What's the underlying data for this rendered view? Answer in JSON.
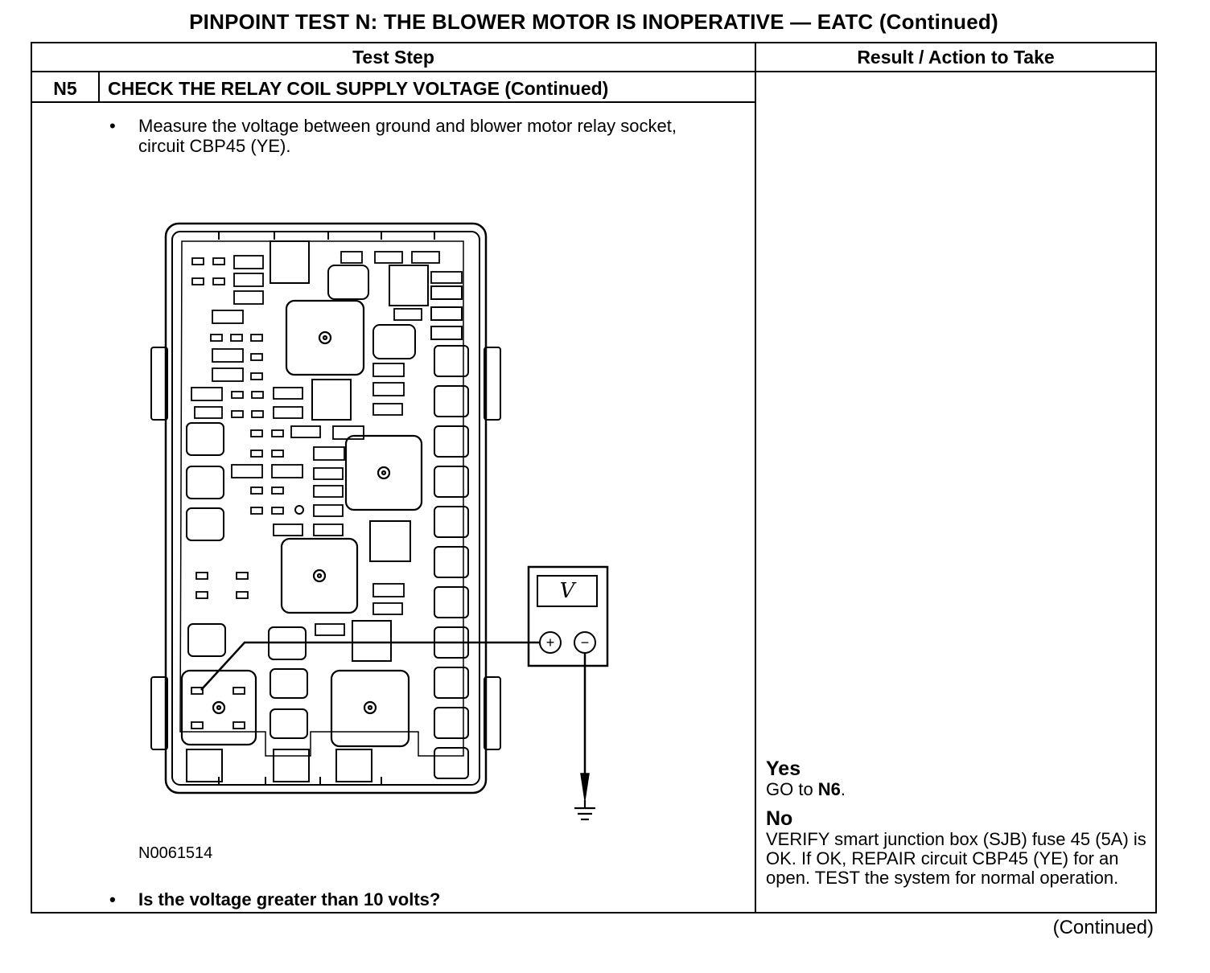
{
  "title": "PINPOINT TEST N: THE BLOWER MOTOR IS INOPERATIVE — EATC (Continued)",
  "table": {
    "headers": [
      "Test Step",
      "Result / Action to Take"
    ],
    "step": {
      "id": "N5",
      "title": "CHECK THE RELAY COIL SUPPLY VOLTAGE (Continued)",
      "instruction_1": "Measure the voltage between ground and blower motor relay socket, circuit CBP45 (YE).",
      "figure_id": "N0061514",
      "question": "Is the voltage greater than 10 volts?"
    },
    "results": {
      "yes_label": "Yes",
      "yes_action_prefix": "GO to ",
      "yes_action_target": "N6",
      "yes_action_suffix": ".",
      "no_label": "No",
      "no_action": "VERIFY smart junction box (SJB) fuse 45 (5A) is OK. If OK, REPAIR circuit CBP45 (YE) for an open. TEST the system for normal operation."
    }
  },
  "meter": {
    "symbol": "V",
    "plus": "+",
    "minus": "−"
  },
  "footer": "(Continued)",
  "bullet_char": "•"
}
